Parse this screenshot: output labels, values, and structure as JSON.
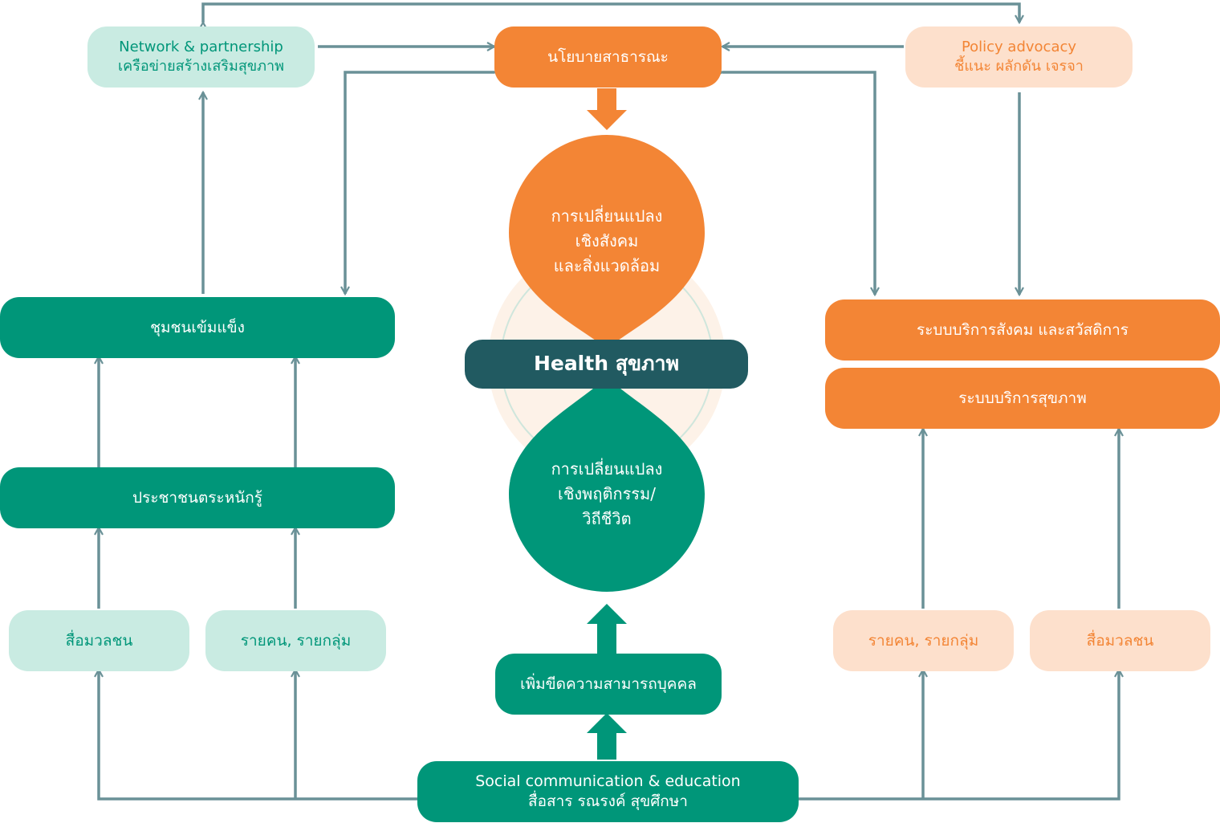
{
  "colors": {
    "green": "#009679",
    "mint": "#c9ebe2",
    "orange": "#f38535",
    "peach": "#fde0cc",
    "dark": "#215a61",
    "arrow": "#6a9197",
    "halo": "#fdf2e8"
  },
  "network": {
    "line1": "Network & partnership",
    "line2": "เครือข่ายสร้างเสริมสุขภาพ"
  },
  "public_policy": {
    "label": "นโยบายสาธารณะ"
  },
  "policy_advocacy": {
    "line1": "Policy advocacy",
    "line2": "ชี้แนะ ผลักดัน เจรจา"
  },
  "social_change": {
    "line1": "การเปลี่ยนแปลง",
    "line2": "เชิงสังคม",
    "line3": "และสิ่งแวดล้อม"
  },
  "health": {
    "label": "Health สุขภาพ"
  },
  "behavior_change": {
    "line1": "การเปลี่ยนแปลง",
    "line2": "เชิงพฤติกรรม/",
    "line3": "วิถีชีวิต"
  },
  "strong_community": {
    "label": "ชุมชนเข้มแข็ง"
  },
  "public_awareness": {
    "label": "ประชาชนตระหนักรู้"
  },
  "mass_media_left": {
    "label": "สื่อมวลชน"
  },
  "individual_group_left": {
    "label": "รายคน, รายกลุ่ม"
  },
  "social_welfare": {
    "label": "ระบบบริการสังคม และสวัสดิการ"
  },
  "health_service": {
    "label": "ระบบบริการสุขภาพ"
  },
  "individual_group_right": {
    "label": "รายคน, รายกลุ่ม"
  },
  "mass_media_right": {
    "label": "สื่อมวลชน"
  },
  "capacity": {
    "label": "เพิ่มขีดความสามารถบุคคล"
  },
  "social_comm": {
    "line1": "Social communication & education",
    "line2": "สื่อสาร รณรงค์ สุขศึกษา"
  }
}
